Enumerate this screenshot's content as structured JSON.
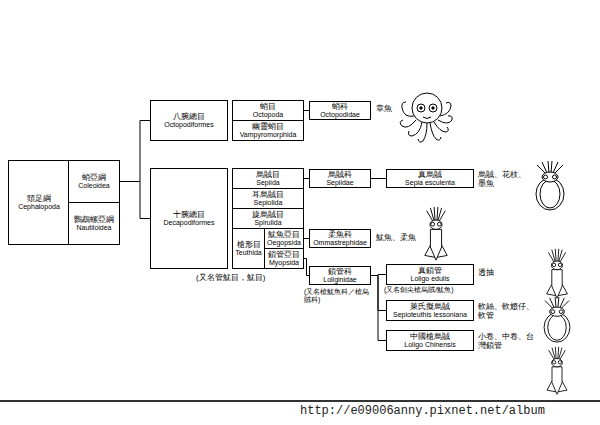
{
  "diagram": {
    "nodes": [
      {
        "text": [
          "頭足綱",
          "Cephalopoda"
        ]
      },
      {
        "text": [
          "蛸亞綱",
          "Coleoidea"
        ],
        "in": 0
      },
      {
        "text": [
          "鸚鵡螺亞綱",
          "Nautiloidea"
        ],
        "in": 0
      },
      {
        "text": [
          "八腕總目",
          "Octopodiformes"
        ]
      },
      {
        "text": [
          "蛸目",
          "Octopoda"
        ]
      },
      {
        "text": [
          "幽靈蛸目",
          "Vampyromorphida"
        ]
      },
      {
        "text": [
          "蛸科",
          "Octopodidae"
        ]
      },
      {
        "text": [
          "十腕總目",
          "Decapodiformes"
        ]
      },
      {
        "text": [
          "烏賊目",
          "Sepiida"
        ]
      },
      {
        "text": [
          "耳烏賊目",
          "Sepiolida"
        ]
      },
      {
        "text": [
          "旋烏賊目",
          "Spirulida"
        ]
      },
      {
        "text": [
          "槍形目",
          "Teuthida"
        ]
      },
      {
        "text": [
          "魷魚亞目",
          "Oegopsida"
        ]
      },
      {
        "text": [
          "鎖管亞目",
          "Myopsida"
        ]
      },
      {
        "text": [
          "烏賊科",
          "Sepiidae"
        ]
      },
      {
        "text": [
          "真烏賊",
          "Sepia esculenta"
        ]
      },
      {
        "text": [
          "柔魚科",
          "Ommastrephidae"
        ]
      },
      {
        "text": [
          "鎖管科",
          "Loliginidae"
        ]
      },
      {
        "text": [
          "真鎖管",
          "Loligo edulis"
        ]
      },
      {
        "text": [
          "萊氏擬烏賊",
          "Sepioteuthis lessoniana"
        ]
      },
      {
        "text": [
          "中國槍烏賊",
          "Loligo Chinensis"
        ]
      }
    ],
    "edges": [
      {
        "from": 1,
        "to": 3,
        "arrow": "none"
      },
      {
        "from": 1,
        "to": 7,
        "arrow": "none"
      },
      {
        "from": 4,
        "to": 6,
        "arrow": "none"
      },
      {
        "from": 8,
        "to": 14,
        "arrow": "none"
      },
      {
        "from": 14,
        "to": 15,
        "arrow": "none"
      },
      {
        "from": 12,
        "to": 16,
        "arrow": "none"
      },
      {
        "from": 13,
        "to": 17,
        "arrow": "none"
      },
      {
        "from": 17,
        "to": 18,
        "arrow": "none"
      },
      {
        "from": 17,
        "to": 19,
        "arrow": "none"
      },
      {
        "from": 17,
        "to": 20,
        "arrow": "none"
      }
    ],
    "labels": [
      "章魚",
      "烏賊、花枝、墨魚",
      "魷魚、柔魚",
      "(又名管魷目，魷目)",
      "(又名槍魷魚科／槍烏賊科)",
      "(又名劍尖槍烏賊/魷魚)",
      "透抽",
      "軟絲、軟翅仔、軟管",
      "小卷、中卷、台灣鎖管",
      "http://e09006anny.pixnet.net/album"
    ]
  }
}
